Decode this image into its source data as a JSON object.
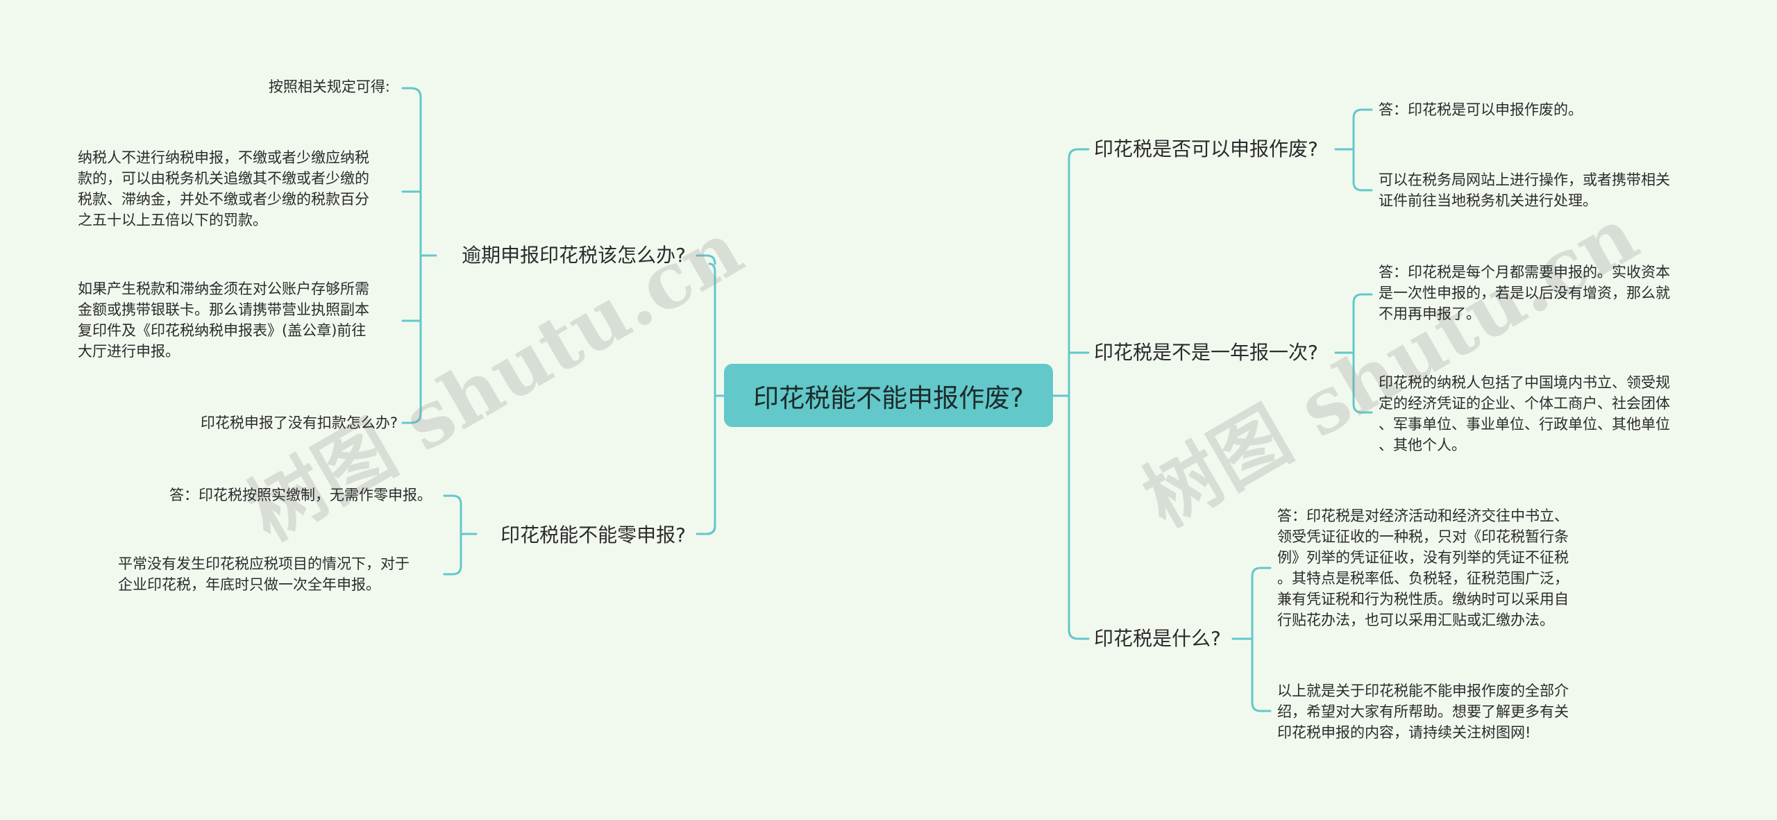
{
  "root": {
    "label": "印花税能不能申报作废?"
  },
  "left_branches": [
    {
      "label": "逾期申报印花税该怎么办?",
      "leaves": [
        "按照相关规定可得:",
        "纳税人不进行纳税申报，不缴或者少缴应纳税\n款的，可以由税务机关追缴其不缴或者少缴的\n税款、滞纳金，并处不缴或者少缴的税款百分\n之五十以上五倍以下的罚款。",
        "如果产生税款和滞纳金须在对公账户存够所需\n金额或携带银联卡。那么请携带营业执照副本\n复印件及《印花税纳税申报表》(盖公章)前往\n大厅进行申报。",
        "印花税申报了没有扣款怎么办?"
      ]
    },
    {
      "label": "印花税能不能零申报?",
      "leaves": [
        "答：印花税按照实缴制，无需作零申报。",
        "平常没有发生印花税应税项目的情况下，对于\n企业印花税，年底时只做一次全年申报。"
      ]
    }
  ],
  "right_branches": [
    {
      "label": "印花税是否可以申报作废?",
      "leaves": [
        "答：印花税是可以申报作废的。",
        "可以在税务局网站上进行操作，或者携带相关\n证件前往当地税务机关进行处理。"
      ]
    },
    {
      "label": "印花税是不是一年报一次?",
      "leaves": [
        "答：印花税是每个月都需要申报的。实收资本\n是一次性申报的，若是以后没有增资，那么就\n不用再申报了。",
        "印花税的纳税人包括了中国境内书立、领受规\n定的经济凭证的企业、个体工商户、社会团体\n、军事单位、事业单位、行政单位、其他单位\n、其他个人。"
      ]
    },
    {
      "label": "印花税是什么?",
      "leaves": [
        "答：印花税是对经济活动和经济交往中书立、\n领受凭证征收的一种税，只对《印花税暂行条\n例》列举的凭证征收，没有列举的凭证不征税\n。其特点是税率低、负税轻，征税范围广泛，\n兼有凭证税和行为税性质。缴纳时可以采用自\n行贴花办法，也可以采用汇贴或汇缴办法。",
        "以上就是关于印花税能不能申报作废的全部介\n绍，希望对大家有所帮助。想要了解更多有关\n印花税申报的内容，请持续关注树图网!"
      ]
    }
  ],
  "watermarks": [
    "树图 shutu.cn",
    "树图 shutu.cn"
  ],
  "colors": {
    "background": "#f1f9ef",
    "root_fill": "#62c8c9",
    "connector": "#62c8c9"
  }
}
